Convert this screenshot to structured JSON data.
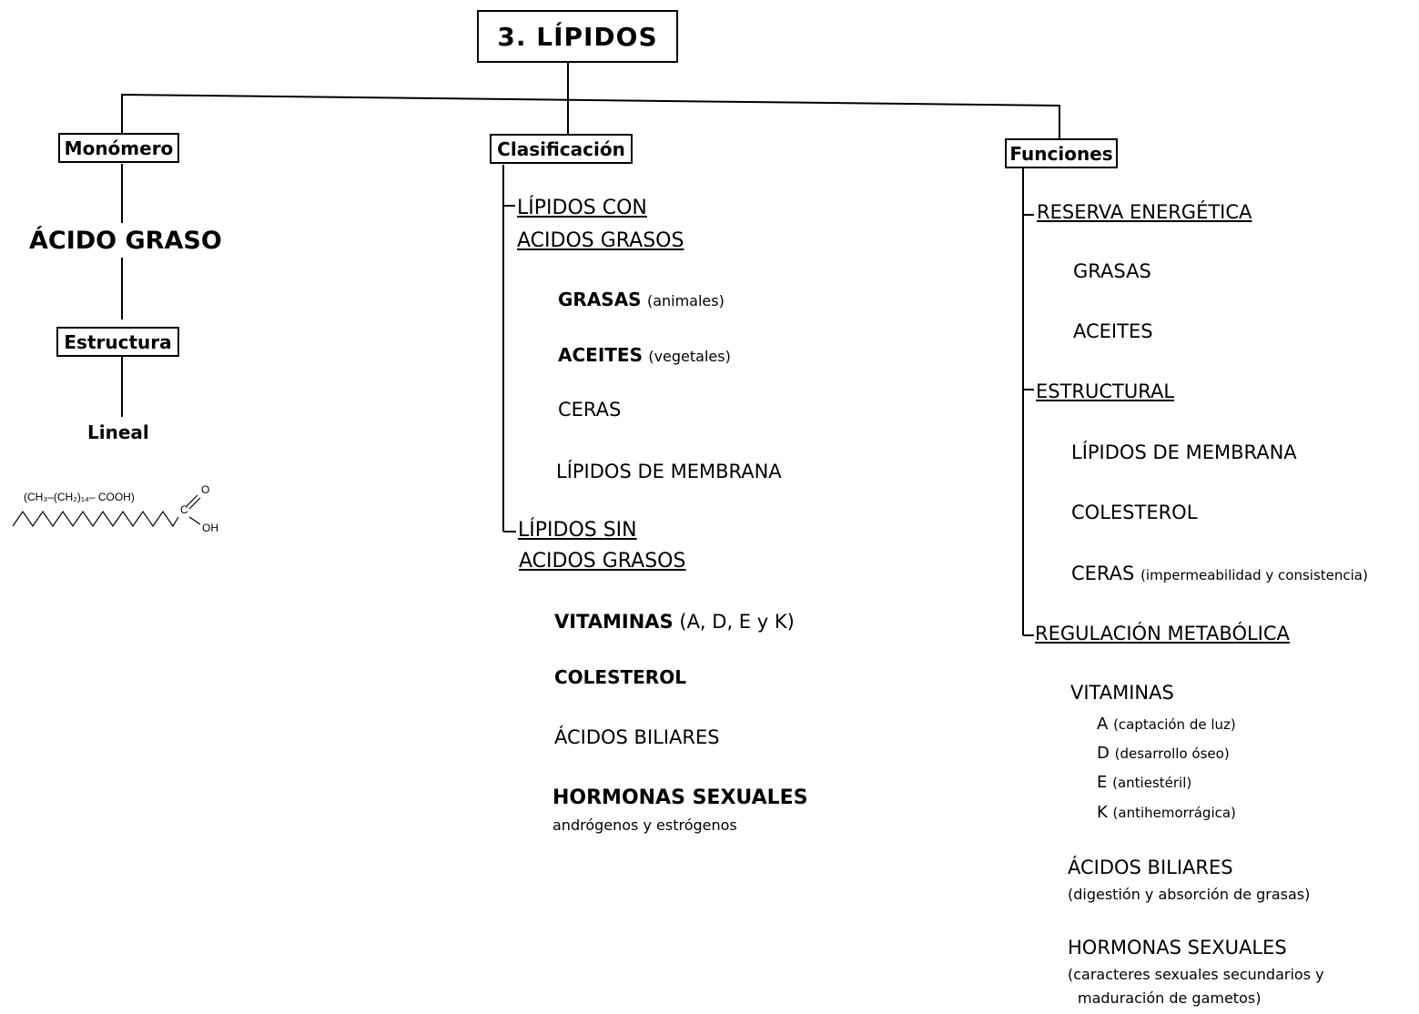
{
  "title": "3. LÍPIDOS",
  "monomero": {
    "header": "Monómero",
    "name": "ÁCIDO GRASO",
    "estructura_header": "Estructura",
    "lineal": "Lineal",
    "formula": "(CH₃–(CH₂)₁₄– COOH)",
    "c_label": "C",
    "o_label": "O",
    "oh_label": "OH"
  },
  "clasificacion": {
    "header": "Clasificación",
    "con": {
      "line1": "LÍPIDOS CON",
      "line2": "ACIDOS GRASOS",
      "grasas": "GRASAS",
      "grasas_note": "(animales)",
      "aceites": "ACEITES",
      "aceites_note": "(vegetales)",
      "ceras": "CERAS",
      "membrana": "LÍPIDOS DE MEMBRANA"
    },
    "sin": {
      "line1": "LÍPIDOS SIN",
      "line2": "ACIDOS GRASOS",
      "vitaminas": "VITAMINAS",
      "vitaminas_note": "(A, D, E y K)",
      "colesterol": "COLESTEROL",
      "biliares": "ÁCIDOS BILIARES",
      "hormonas": "HORMONAS SEXUALES",
      "hormonas_note": "andrógenos y estrógenos"
    }
  },
  "funciones": {
    "header": "Funciones",
    "reserva": {
      "label": "RESERVA ENERGÉTICA",
      "grasas": "GRASAS",
      "aceites": "ACEITES"
    },
    "estructural": {
      "label": "ESTRUCTURAL",
      "membrana": "LÍPIDOS DE MEMBRANA",
      "colesterol": "COLESTEROL",
      "ceras": "CERAS",
      "ceras_note": "(impermeabilidad y consistencia)"
    },
    "regulacion": {
      "label": "REGULACIÓN METABÓLICA",
      "vitaminas": "VITAMINAS",
      "vit_a": "A",
      "vit_a_note": "(captación de luz)",
      "vit_d": "D",
      "vit_d_note": "(desarrollo óseo)",
      "vit_e": "E",
      "vit_e_note": "(antiestéril)",
      "vit_k": "K",
      "vit_k_note": "(antihemorrágica)",
      "biliares": "ÁCIDOS BILIARES",
      "biliares_note": "(digestión y absorción de grasas)",
      "hormonas": "HORMONAS SEXUALES",
      "hormonas_note1": "(caracteres sexuales secundarios y",
      "hormonas_note2": "maduración de gametos)"
    }
  }
}
